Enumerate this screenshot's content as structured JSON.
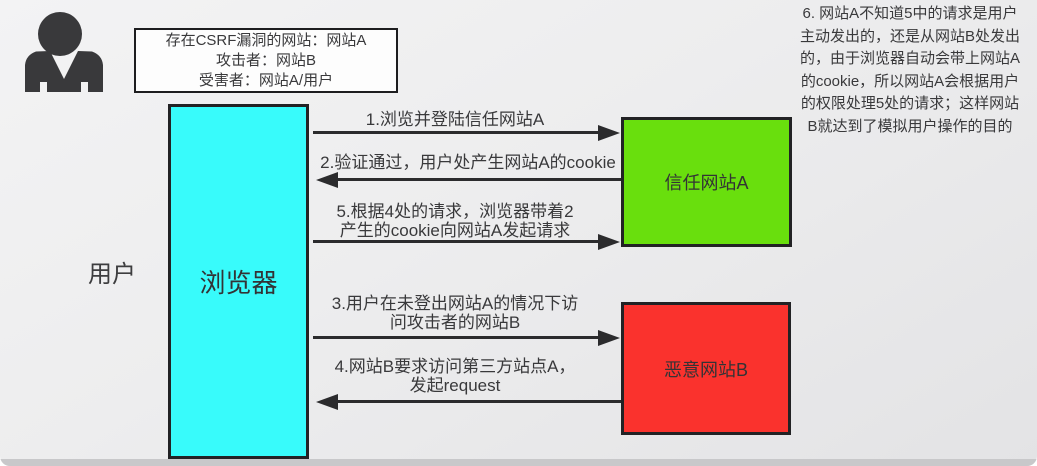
{
  "legend": {
    "lines": [
      "存在CSRF漏洞的网站：网站A",
      "攻击者：网站B",
      "受害者：网站A/用户"
    ]
  },
  "actors": {
    "user": "用户",
    "browser": "浏览器",
    "trusted_site": "信任网站A",
    "malicious_site": "恶意网站B"
  },
  "flows": [
    {
      "id": 1,
      "direction": "right",
      "from": "浏览器",
      "to": "信任网站A",
      "label": "1.浏览并登陆信任网站A"
    },
    {
      "id": 2,
      "direction": "left",
      "from": "信任网站A",
      "to": "浏览器",
      "label": "2.验证通过，用户处产生网站A的cookie"
    },
    {
      "id": 5,
      "direction": "right",
      "from": "浏览器",
      "to": "信任网站A",
      "label": "5.根据4处的请求，浏览器带着2\n产生的cookie向网站A发起请求"
    },
    {
      "id": 3,
      "direction": "right",
      "from": "浏览器",
      "to": "恶意网站B",
      "label": "3.用户在未登出网站A的情况下访\n问攻击者的网站B"
    },
    {
      "id": 4,
      "direction": "left",
      "from": "恶意网站B",
      "to": "浏览器",
      "label": "4.网站B要求访问第三方站点A，\n发起request"
    }
  ],
  "note": "6. 网站A不知道5中的请求是用户\n主动发出的，还是从网站B处发出\n的，由于浏览器自动会带上网站A\n的cookie，所以网站A会根据用户\n的权限处理5处的请求；这样网站\nB就达到了模拟用户操作的目的",
  "colors": {
    "browser_fill": "#38fbfb",
    "trusted_site_fill": "#69df0d",
    "malicious_site_fill": "#fa322d",
    "line": "#2b2b2d",
    "background": "#ebebed"
  }
}
